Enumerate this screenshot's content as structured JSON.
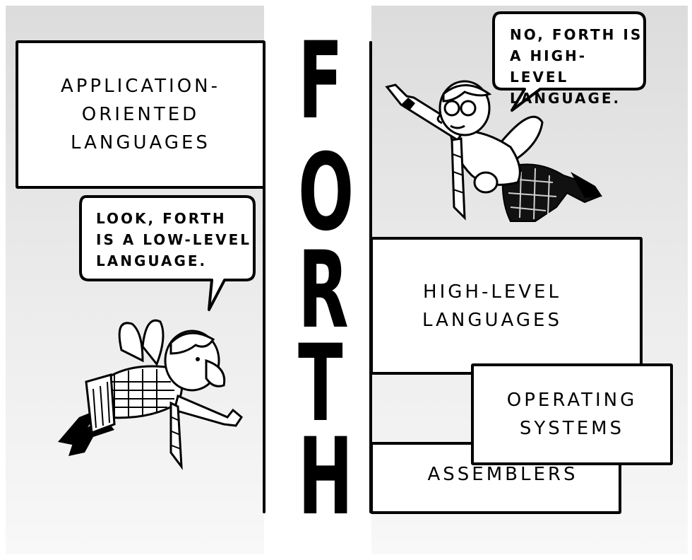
{
  "title": {
    "letters": [
      "F",
      "O",
      "R",
      "T",
      "H"
    ]
  },
  "left": {
    "box_label": "APPLICATION-\nORIENTED\nLANGUAGES",
    "speech": "LOOK,  FORTH\nIS A  LOW-LEVEL\nLANGUAGE."
  },
  "right": {
    "speech": "NO, FORTH IS\nA  HIGH-LEVEL\nLANGUAGE.",
    "boxes": {
      "high_level": "HIGH-LEVEL\nLANGUAGES",
      "operating_systems": "OPERATING\nSYSTEMS",
      "assemblers": "ASSEMBLERS"
    }
  },
  "icons": {
    "left_character": "winged-professor-pointing-down",
    "right_character": "winged-man-pointing-up"
  }
}
